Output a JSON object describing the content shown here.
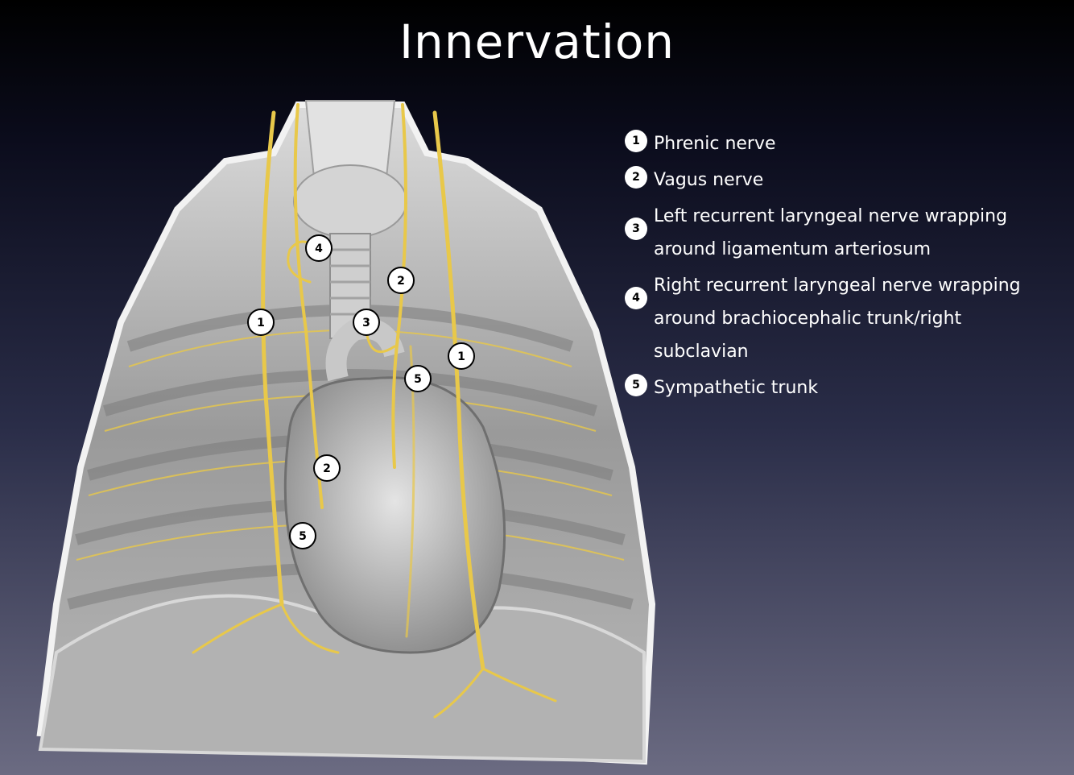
{
  "slide": {
    "title": "Innervation"
  },
  "legend": [
    {
      "number": "1",
      "lines": [
        "Phrenic nerve"
      ]
    },
    {
      "number": "2",
      "lines": [
        "Vagus nerve"
      ]
    },
    {
      "number": "3",
      "lines": [
        "Left recurrent laryngeal nerve wrapping",
        "around ligamentum arteriosum"
      ]
    },
    {
      "number": "4",
      "lines": [
        "Right recurrent laryngeal nerve wrapping",
        "around brachiocephalic trunk/right subclavian"
      ]
    },
    {
      "number": "5",
      "lines": [
        "Sympathetic trunk"
      ]
    }
  ],
  "markers": [
    {
      "label": "4"
    },
    {
      "label": "2"
    },
    {
      "label": "1"
    },
    {
      "label": "3"
    },
    {
      "label": "1"
    },
    {
      "label": "5"
    },
    {
      "label": "2"
    },
    {
      "label": "5"
    }
  ],
  "colors": {
    "nerve": "#e8c84a",
    "background_top": "#000000",
    "background_bottom": "#6b6b82"
  }
}
